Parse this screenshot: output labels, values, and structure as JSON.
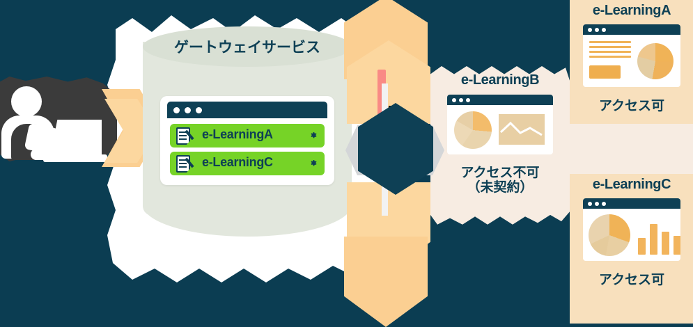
{
  "diagram": {
    "background_color": "#0b3d52",
    "accent_green": "#76d327",
    "accent_orange": "#fbcf92",
    "ink": "#0e4055"
  },
  "actor": {
    "name": "user-at-laptop",
    "icon": "person-laptop-icon"
  },
  "gateway": {
    "title": "ゲートウェイサービス",
    "browser": {
      "window_dots": 3,
      "rows": [
        {
          "label": "e-LearningA",
          "icon": "document-edit-icon",
          "action_icon": "gear-icon"
        },
        {
          "label": "e-LearningC",
          "icon": "document-edit-icon",
          "action_icon": "gear-icon"
        }
      ]
    }
  },
  "block": {
    "icon": "x-block-icon",
    "meaning": "blocked"
  },
  "services": [
    {
      "id": "A",
      "title": "e-LearningA",
      "status": "アクセス可",
      "blocked": false,
      "chart_icons": [
        "text-lines",
        "swatch",
        "pie-chart"
      ]
    },
    {
      "id": "B",
      "title": "e-LearningB",
      "status_line1": "アクセス不可",
      "status_line2": "（未契約）",
      "blocked": true,
      "chart_icons": [
        "pie-chart",
        "area-chart"
      ]
    },
    {
      "id": "C",
      "title": "e-LearningC",
      "status": "アクセス可",
      "blocked": false,
      "chart_icons": [
        "pie-chart",
        "bar-chart"
      ]
    }
  ]
}
